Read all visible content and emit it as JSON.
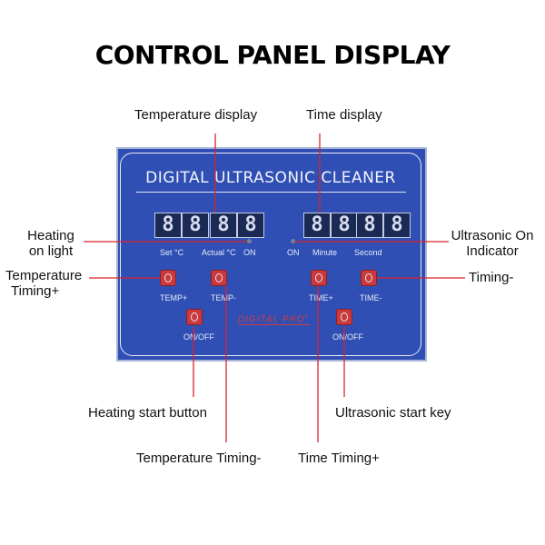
{
  "heading": "CONTROL PANEL DISPLAY",
  "panel": {
    "title": "DIGITAL ULTRASONIC CLEANER",
    "brand": "DIGITAL PRO",
    "brand_mark": "+",
    "digit": "8",
    "labels": {
      "set_c": "Set °C",
      "actual_c": "Actual °C",
      "on_left": "ON",
      "on_right": "ON",
      "minute": "Minute",
      "second": "Second",
      "temp_plus": "TEMP+",
      "temp_minus": "TEMP-",
      "time_plus": "TIME+",
      "time_minus": "TIME-",
      "onoff_left": "ON/OFF",
      "onoff_right": "ON/OFF"
    }
  },
  "callouts": {
    "temperature_display": "Temperature display",
    "time_display": "Time display",
    "heating_on_light_1": "Heating",
    "heating_on_light_2": "on light",
    "ultrasonic_on_1": "Ultrasonic On",
    "ultrasonic_on_2": "Indicator",
    "temperature_timing_plus_1": "Temperature",
    "temperature_timing_plus_2": "Timing+",
    "timing_minus": "Timing-",
    "heating_start_button": "Heating start button",
    "ultrasonic_start_key": "Ultrasonic start key",
    "temperature_timing_minus": "Temperature Timing-",
    "time_timing_plus": "Time Timing+"
  },
  "colors": {
    "panel_blue": "#2f4fb4",
    "leader_red": "#d9232e",
    "button_red": "#c93a3f"
  }
}
